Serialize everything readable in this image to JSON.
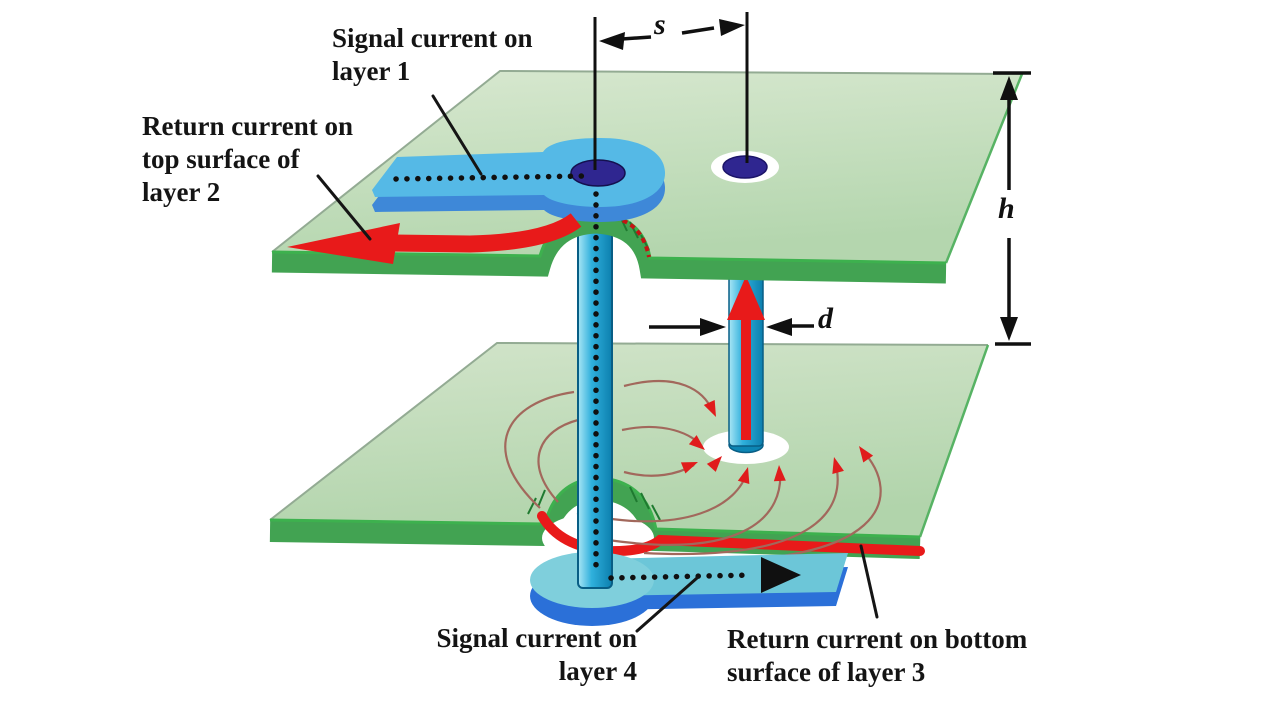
{
  "annotations": {
    "signal_layer1": {
      "lines": [
        "Signal current on",
        "layer 1"
      ]
    },
    "return_layer2": {
      "lines": [
        "Return current on",
        "top surface of",
        "layer 2"
      ]
    },
    "signal_layer4": {
      "lines": [
        "Signal current on",
        "layer 4"
      ]
    },
    "return_layer3": {
      "lines": [
        "Return current on bottom",
        "surface of layer 3"
      ]
    }
  },
  "dimensions": {
    "via_spacing_label": "s",
    "layer_separation_label": "h",
    "via_diameter_label": "d"
  },
  "colors": {
    "plane_surface": "#bcd9b5",
    "plane_edge_face": "#42a352",
    "plane_edge_line": "#3db14e",
    "trace_layer1_top": "#55b9e6",
    "trace_layer1_side": "#3e88d8",
    "trace_layer4_top": "#6cc6d8",
    "trace_layer4_side": "#2b70d8",
    "via_barrel": "#2fb0dc",
    "pad_hole": "#2f2690",
    "return_current_red": "#e81a1a",
    "field_line": "#a2685c",
    "signal_dots": "#101010",
    "label_text": "#141414"
  }
}
